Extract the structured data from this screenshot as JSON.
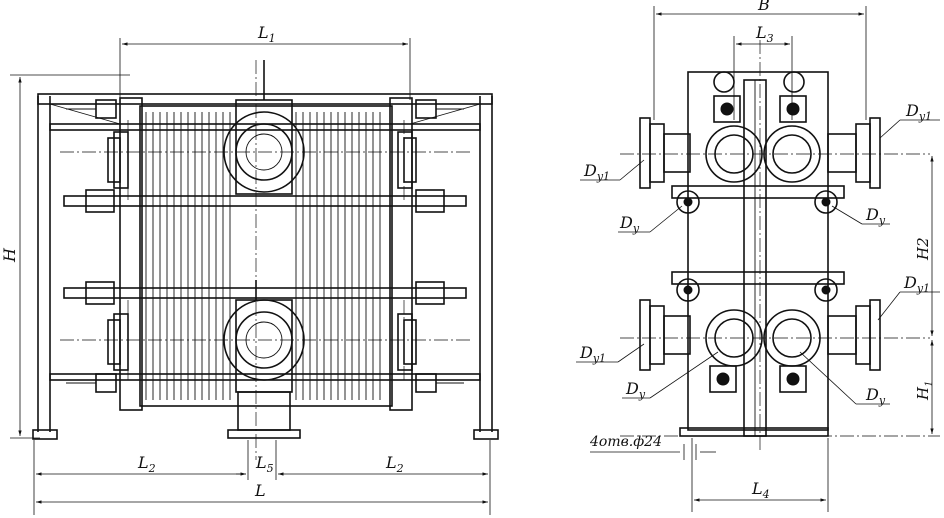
{
  "dimension_labels": {
    "L1": "L",
    "L1_sub": "1",
    "H": "H",
    "L2_left": "L",
    "L2_left_sub": "2",
    "L5": "L",
    "L5_sub": "5",
    "L2_right": "L",
    "L2_right_sub": "2",
    "L": "L",
    "B": "B",
    "L3": "L",
    "L3_sub": "3",
    "H2": "H2",
    "H1": "H",
    "H1_sub": "1",
    "L4": "L",
    "L4_sub": "4"
  },
  "nozzle_labels": {
    "dy1_top_right": "D",
    "dy1_top_right_sub": "y1",
    "dy1_top_left": "D",
    "dy1_top_left_sub": "y1",
    "dy_top_left": "D",
    "dy_top_left_sub": "y",
    "dy_top_right": "D",
    "dy_top_right_sub": "y",
    "dy1_mid_right": "D",
    "dy1_mid_right_sub": "y1",
    "dy1_bottom_left": "D",
    "dy1_bottom_left_sub": "y1",
    "dy_bottom_left": "D",
    "dy_bottom_left_sub": "y",
    "dy_bottom_right": "D",
    "dy_bottom_right_sub": "y"
  },
  "holes_note": "4отв.ф24"
}
